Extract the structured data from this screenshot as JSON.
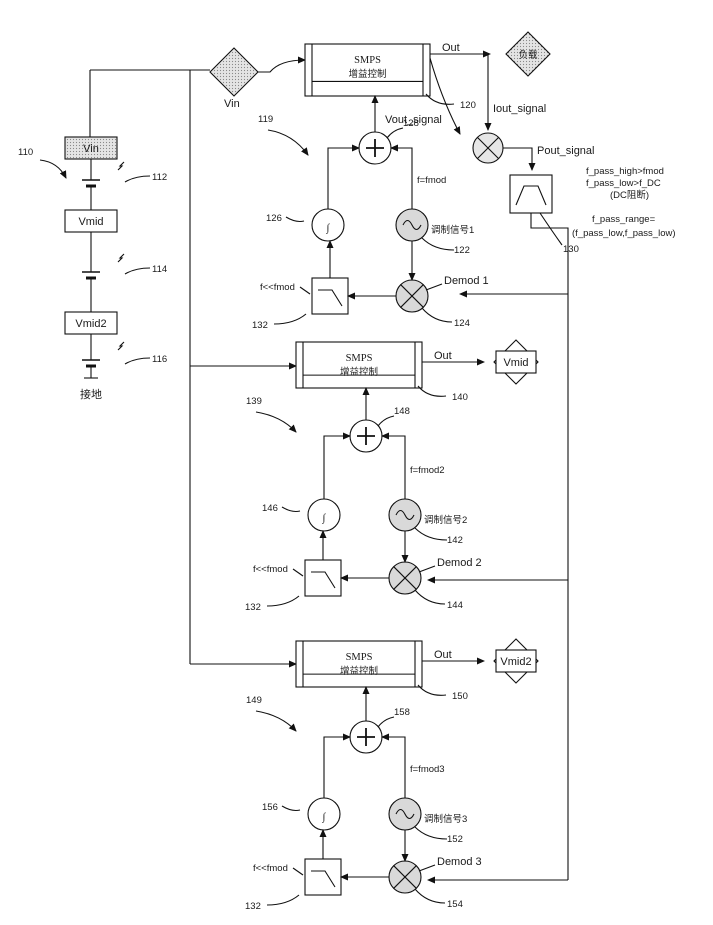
{
  "stages": [
    {
      "smps_title": "SMPS",
      "smps_sub": "增益控制",
      "smps_ref": "120",
      "out_label": "Out",
      "load_label": "负载",
      "sum_ref": "128",
      "group_ref": "119",
      "integrator_ref": "126",
      "osc_freq": "f=fmod",
      "osc_name": "调制信号1",
      "osc_ref": "122",
      "demod_label": "Demod 1",
      "demod_ref": "124",
      "lpf_label": "f<<fmod",
      "lpf_ref": "132"
    },
    {
      "smps_title": "SMPS",
      "smps_sub": "增益控制",
      "smps_ref": "140",
      "out_label": "Out",
      "load_label": "Vmid",
      "sum_ref": "148",
      "group_ref": "139",
      "integrator_ref": "146",
      "osc_freq": "f=fmod2",
      "osc_name": "调制信号2",
      "osc_ref": "142",
      "demod_label": "Demod 2",
      "demod_ref": "144",
      "lpf_label": "f<<fmod",
      "lpf_ref": "132"
    },
    {
      "smps_title": "SMPS",
      "smps_sub": "增益控制",
      "smps_ref": "150",
      "out_label": "Out",
      "load_label": "Vmid2",
      "sum_ref": "158",
      "group_ref": "149",
      "integrator_ref": "156",
      "osc_freq": "f=fmod3",
      "osc_name": "调制信号3",
      "osc_ref": "152",
      "demod_label": "Demod 3",
      "demod_ref": "154",
      "lpf_label": "f<<fmod",
      "lpf_ref": "132"
    }
  ],
  "vin_label": "Vin",
  "vout_signal": "Vout_signal",
  "iout_signal": "Iout_signal",
  "pout_signal": "Pout_signal",
  "bpf_ref": "130",
  "bpf_note": [
    "f_pass_high>fmod",
    "f_pass_low>f_DC",
    "(DC阻断)",
    "f_pass_range=",
    "(f_pass_low,f_pass_low)"
  ],
  "battery": {
    "group_ref": "110",
    "vin_box": "Vin",
    "vmid_box": "Vmid",
    "vmid2_box": "Vmid2",
    "cell_refs": [
      "112",
      "114",
      "116"
    ],
    "ground": "接地"
  }
}
